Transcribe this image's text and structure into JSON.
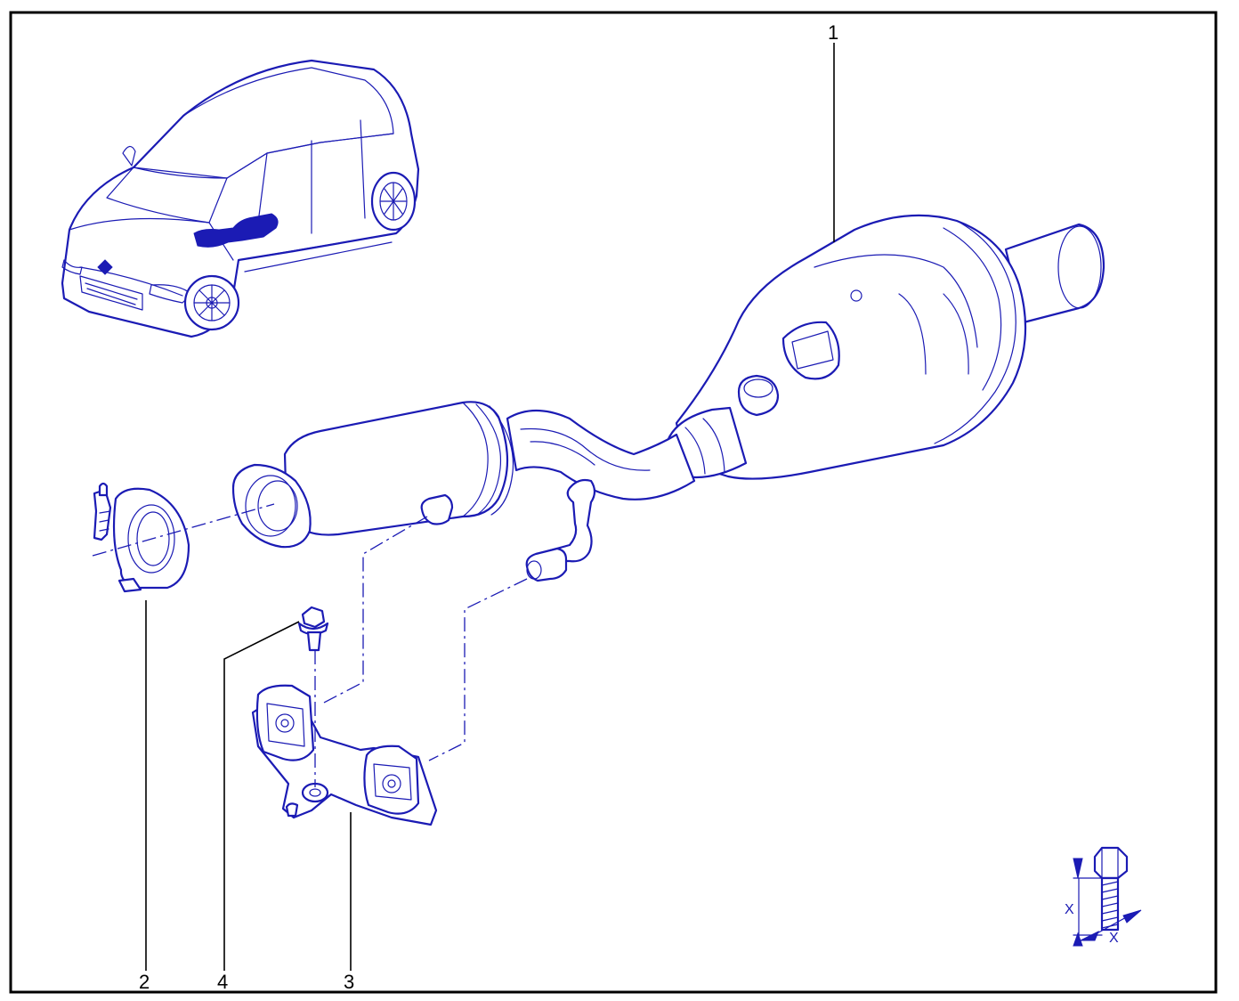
{
  "callouts": {
    "c1": "1",
    "c2": "2",
    "c3": "3",
    "c4": "4"
  },
  "torque_symbol": {
    "dim_label_vertical": "X",
    "dim_label_horizontal": "X"
  },
  "colors": {
    "line_art": "#1b1bb4",
    "frame": "#000000"
  }
}
